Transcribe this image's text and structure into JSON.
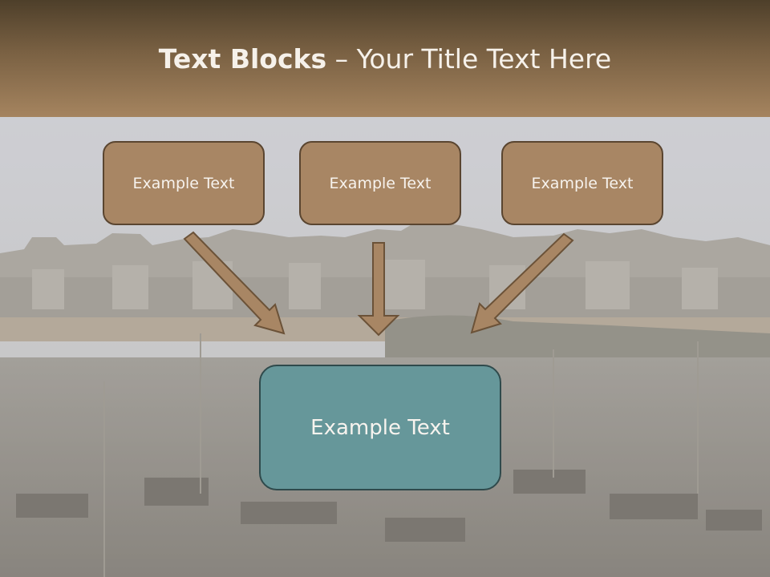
{
  "title": {
    "bold": "Text Blocks",
    "rest": " – Your Title Text Here"
  },
  "boxes": {
    "top_left": "Example Text",
    "top_center": "Example Text",
    "top_right": "Example Text",
    "bottom": "Example Text"
  },
  "colors": {
    "title_bar": "#7a6143",
    "box_fill": "#a88664",
    "box_border": "#5a4530",
    "highlight_box_fill": "#66979a",
    "highlight_box_border": "#2f4a4c",
    "arrow_fill": "#a88664"
  }
}
